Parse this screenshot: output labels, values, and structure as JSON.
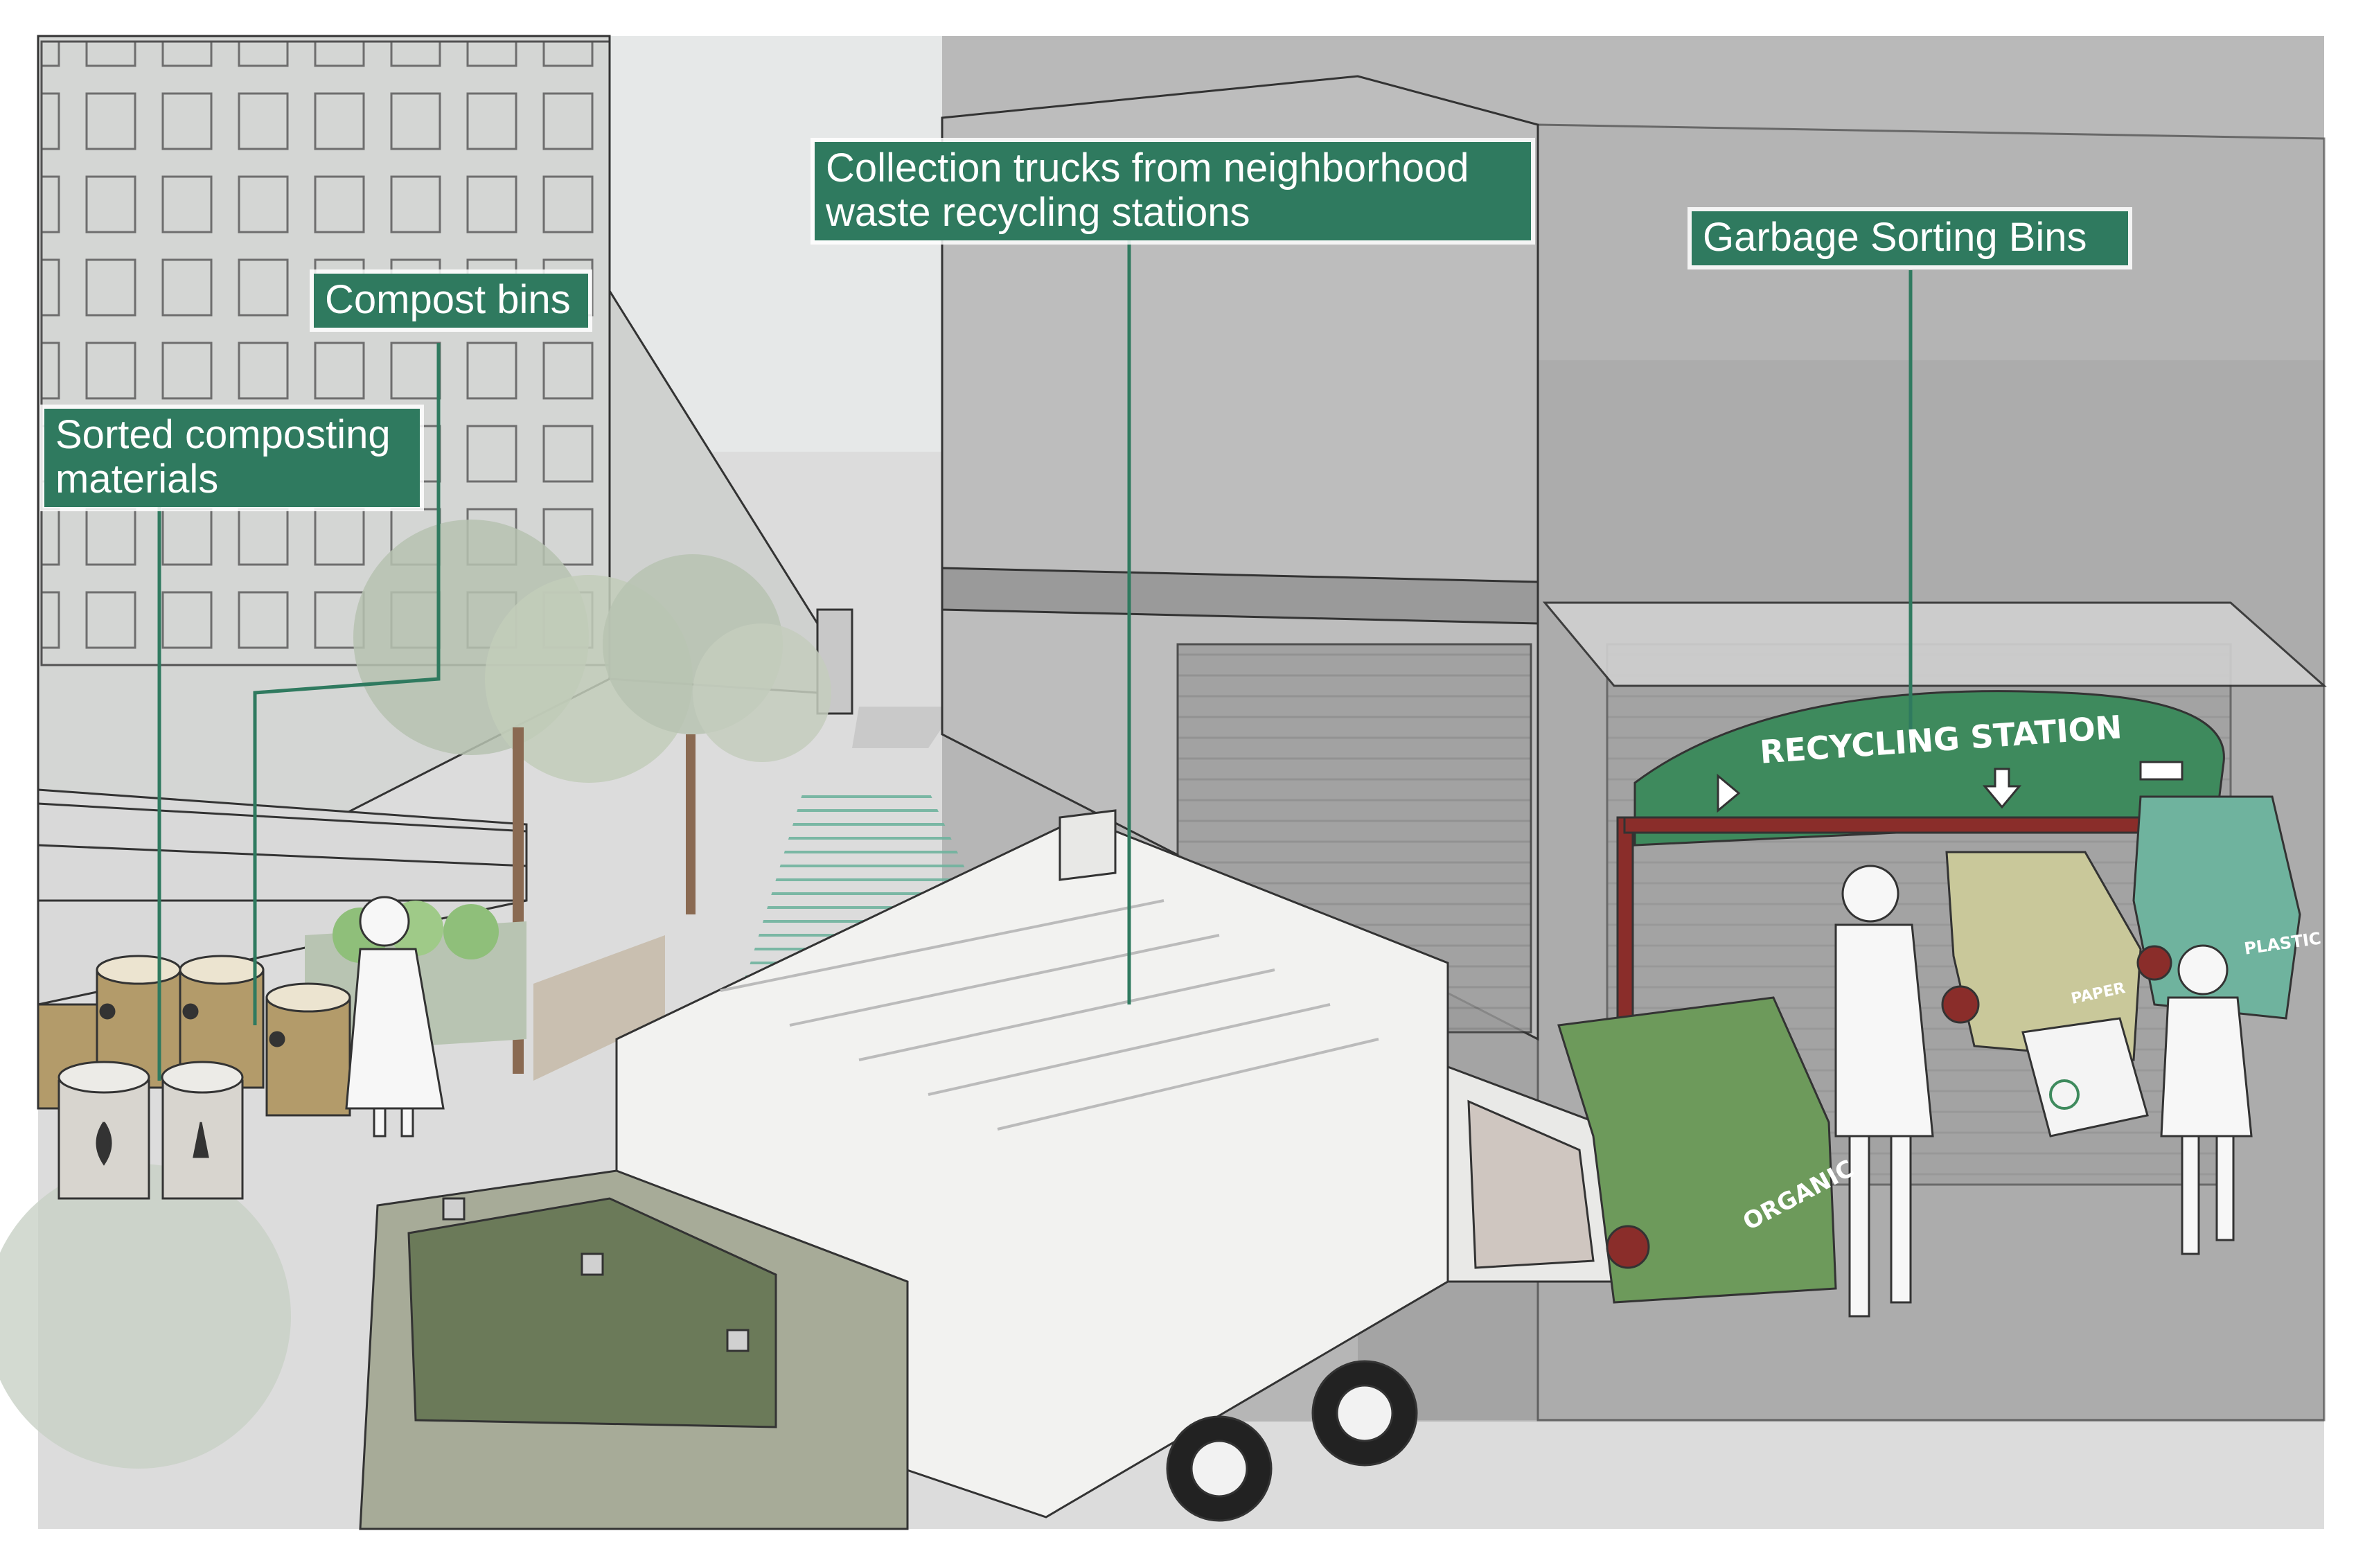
{
  "labels": {
    "collection_trucks": "Collection trucks from neighborhood\nwaste recycling stations",
    "garbage_sorting_bins": "Garbage Sorting Bins",
    "compost_bins": "Compost bins",
    "sorted_composting": "Sorted composting\nmaterials"
  },
  "station": {
    "sign": "RECYCLING STATION",
    "bins": {
      "organic": "ORGANIC",
      "paper": "PAPER",
      "plastic": "PLASTIC"
    }
  },
  "colors": {
    "label_bg": "#2f7a5f",
    "label_text": "#ffffff",
    "station_green": "#3e8a5d",
    "station_frame": "#8a2d2a",
    "organic_bin": "#6d9a5b",
    "paper_bin": "#c9c89a",
    "plastic_bin": "#6fb39e",
    "truck_body": "#f2f2f0",
    "truck_cab": "#a7ab98",
    "compost_bin": "#b39b6a"
  },
  "icons": [
    "leaf-icon",
    "arrow-down-icon",
    "bottle-icon",
    "recycle-icon"
  ]
}
